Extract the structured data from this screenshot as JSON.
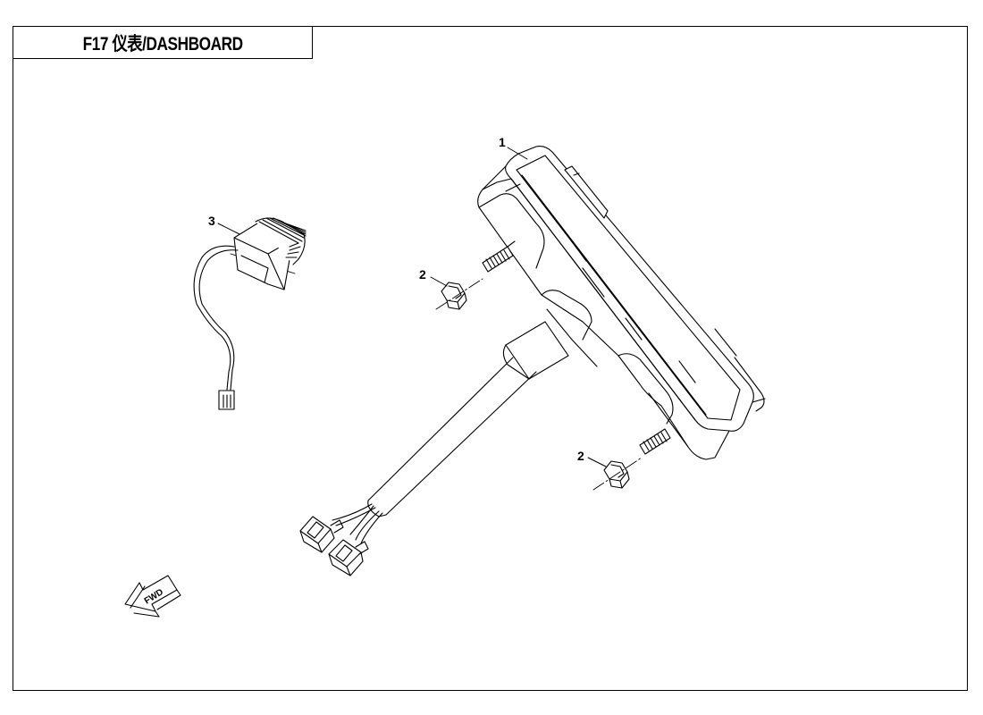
{
  "header": {
    "title": "F17 仪表/DASHBOARD"
  },
  "callouts": [
    {
      "id": "dashboard",
      "label": "1"
    },
    {
      "id": "nut-upper",
      "label": "2"
    },
    {
      "id": "nut-lower",
      "label": "2"
    },
    {
      "id": "sensor",
      "label": "3"
    }
  ],
  "direction_arrow": {
    "label": "FWD"
  }
}
